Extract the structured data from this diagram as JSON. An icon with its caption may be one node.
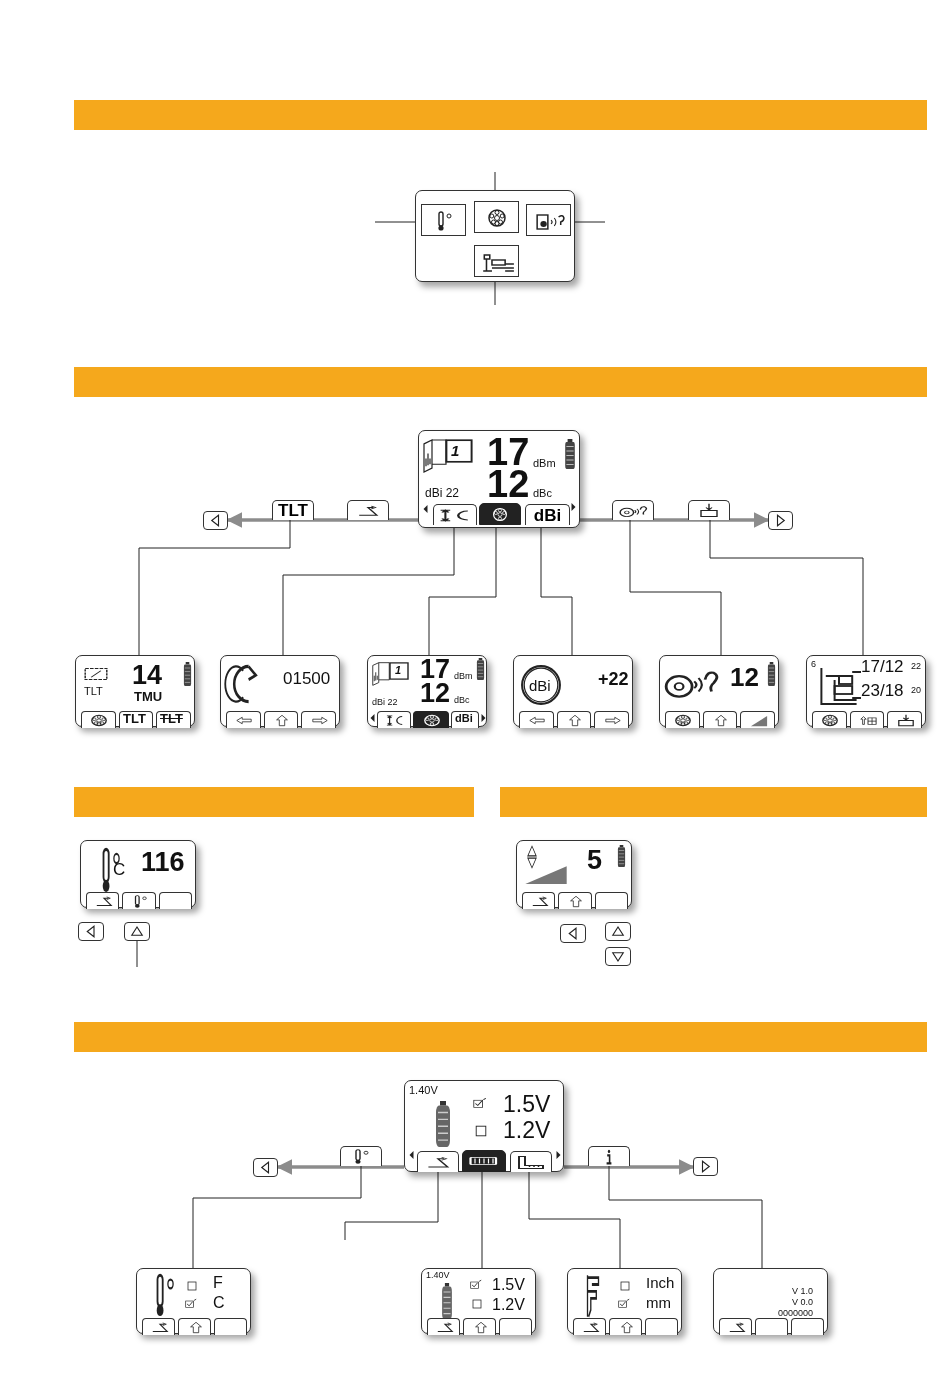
{
  "diagram": {
    "nodes": [
      {
        "text": [],
        "shape": "box"
      },
      {
        "text": [],
        "shape": "box",
        "in": 0
      },
      {
        "text": [],
        "shape": "box",
        "in": 0
      },
      {
        "text": [],
        "shape": "box",
        "in": 0
      },
      {
        "text": [],
        "shape": "box",
        "in": 0
      },
      {
        "text": [
          "1",
          "17",
          "dBm",
          "dBi 22",
          "12",
          "dBc"
        ]
      },
      {
        "text": [
          "TLT"
        ]
      },
      {
        "text": [],
        "shape": "box"
      },
      {
        "text": [],
        "shape": "box",
        "in": 5
      },
      {
        "text": [],
        "shape": "box",
        "in": 5
      },
      {
        "text": [
          "dBi"
        ],
        "in": 5
      },
      {
        "text": [],
        "shape": "box"
      },
      {
        "text": [],
        "shape": "box"
      },
      {
        "text": [],
        "shape": "box"
      },
      {
        "text": [],
        "shape": "box"
      },
      {
        "text": [
          "TLT",
          "14",
          "TMU",
          "TLT",
          "TLT"
        ]
      },
      {
        "text": [
          "01500"
        ]
      },
      {
        "text": [
          "1",
          "17",
          "dBm",
          "dBi 22",
          "12",
          "dBc",
          "dBi"
        ]
      },
      {
        "text": [
          "dBi",
          "+22"
        ]
      },
      {
        "text": [
          "12"
        ]
      },
      {
        "text": [
          "6",
          "17/12",
          "22",
          "23/18",
          "20"
        ]
      },
      {
        "text": [
          "C",
          "116"
        ]
      },
      {
        "text": [],
        "shape": "box"
      },
      {
        "text": [],
        "shape": "box"
      },
      {
        "text": [
          "5"
        ]
      },
      {
        "text": [],
        "shape": "box"
      },
      {
        "text": [],
        "shape": "box"
      },
      {
        "text": [],
        "shape": "box"
      },
      {
        "text": [
          "1.40V",
          "1.5V",
          "1.2V"
        ]
      },
      {
        "text": [],
        "shape": "box"
      },
      {
        "text": [],
        "shape": "box",
        "in": 28
      },
      {
        "text": [],
        "shape": "box",
        "in": 28
      },
      {
        "text": [],
        "shape": "box",
        "in": 28
      },
      {
        "text": [],
        "shape": "box"
      },
      {
        "text": [],
        "shape": "box"
      },
      {
        "text": [],
        "shape": "box"
      },
      {
        "text": [
          "F",
          "C"
        ]
      },
      {
        "text": [
          "1.40V",
          "1.5V",
          "1.2V"
        ]
      },
      {
        "text": [
          "Inch",
          "mm"
        ]
      },
      {
        "text": [
          "V 1.0",
          "V 0.0",
          "0000000"
        ]
      }
    ],
    "edges": [
      {
        "from": null,
        "to": 1,
        "arrow": "none"
      },
      {
        "from": null,
        "to": 2,
        "arrow": "none"
      },
      {
        "from": null,
        "to": 3,
        "arrow": "none"
      },
      {
        "from": null,
        "to": 4,
        "arrow": "none"
      },
      {
        "from": 5,
        "to": 13,
        "arrow": "to",
        "style": "thick",
        "color": "#8c8c8c"
      },
      {
        "from": 5,
        "to": 14,
        "arrow": "to",
        "style": "thick",
        "color": "#8c8c8c"
      },
      {
        "from": 6,
        "to": 15,
        "arrow": "none"
      },
      {
        "from": 8,
        "to": 16,
        "arrow": "none"
      },
      {
        "from": 9,
        "to": 17,
        "arrow": "none"
      },
      {
        "from": 10,
        "to": 18,
        "arrow": "none"
      },
      {
        "from": 11,
        "to": 19,
        "arrow": "none"
      },
      {
        "from": 12,
        "to": 20,
        "arrow": "none"
      },
      {
        "from": 23,
        "to": null,
        "arrow": "none"
      },
      {
        "from": 28,
        "to": 34,
        "arrow": "to",
        "style": "thick",
        "color": "#8c8c8c"
      },
      {
        "from": 28,
        "to": 35,
        "arrow": "to",
        "style": "thick",
        "color": "#8c8c8c"
      },
      {
        "from": 29,
        "to": 36,
        "arrow": "none"
      },
      {
        "from": 30,
        "to": null,
        "arrow": "none"
      },
      {
        "from": 31,
        "to": 37,
        "arrow": "none"
      },
      {
        "from": 32,
        "to": 38,
        "arrow": "none"
      },
      {
        "from": 33,
        "to": 39,
        "arrow": "none"
      }
    ]
  }
}
